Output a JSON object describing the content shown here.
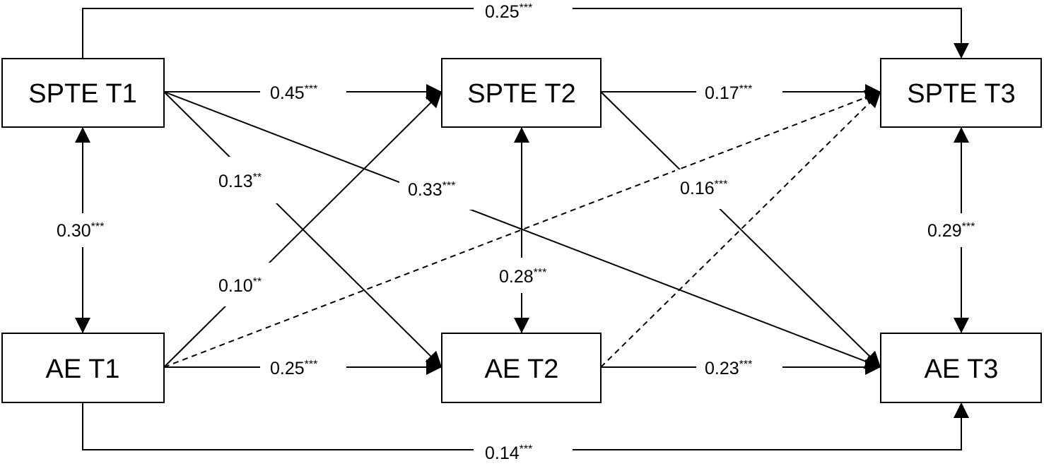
{
  "nodes": {
    "spte_t1": "SPTE T1",
    "spte_t2": "SPTE T2",
    "spte_t3": "SPTE T3",
    "ae_t1": "AE T1",
    "ae_t2": "AE T2",
    "ae_t3": "AE T3"
  },
  "edges": {
    "spte1_spte3": {
      "coef": "0.25",
      "sig": "***"
    },
    "spte1_spte2": {
      "coef": "0.45",
      "sig": "***"
    },
    "spte2_spte3": {
      "coef": "0.17",
      "sig": "***"
    },
    "spte1_ae2": {
      "coef": "0.13",
      "sig": "**"
    },
    "spte1_ae3": {
      "coef": "0.33",
      "sig": "***"
    },
    "spte2_ae3": {
      "coef": "0.16",
      "sig": "***"
    },
    "spte1_ae1": {
      "coef": "0.30",
      "sig": "***"
    },
    "ae1_spte2": {
      "coef": "0.10",
      "sig": "**"
    },
    "spte2_ae2": {
      "coef": "0.28",
      "sig": "***"
    },
    "spte3_ae3": {
      "coef": "0.29",
      "sig": "***"
    },
    "ae1_ae2": {
      "coef": "0.25",
      "sig": "***"
    },
    "ae2_ae3": {
      "coef": "0.23",
      "sig": "***"
    },
    "ae1_ae3": {
      "coef": "0.14",
      "sig": "***"
    }
  }
}
